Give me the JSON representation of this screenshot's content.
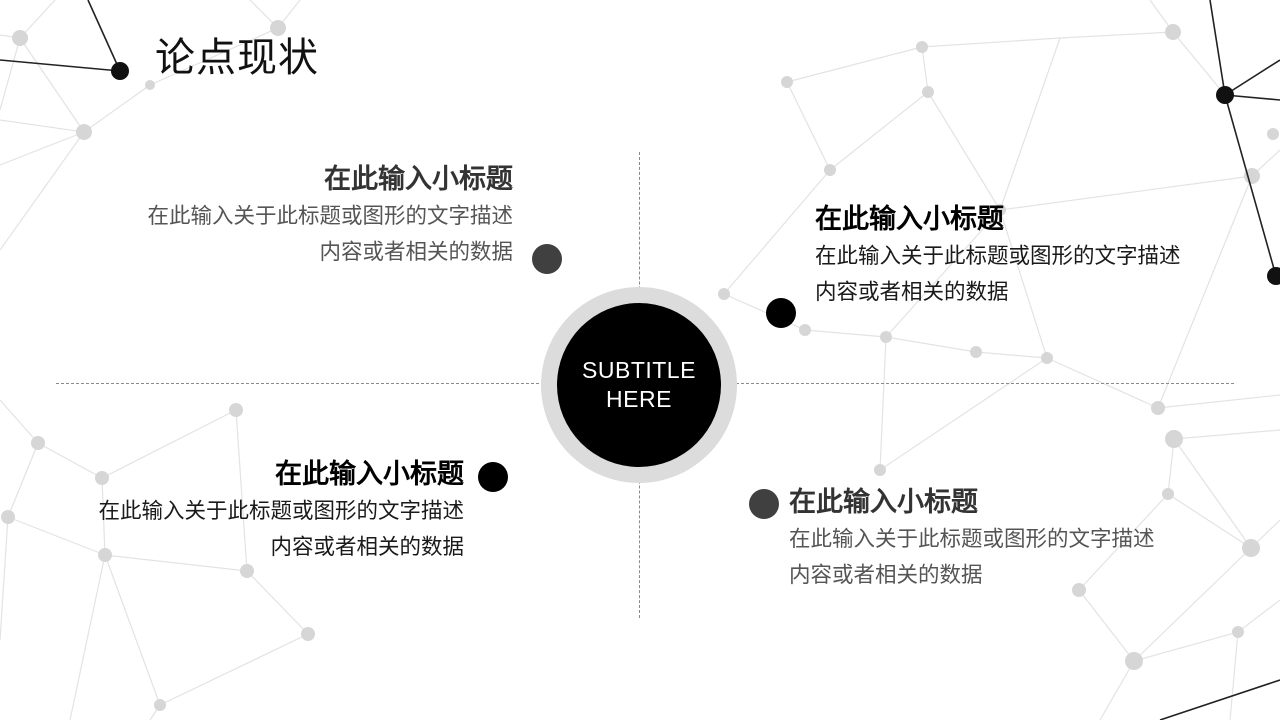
{
  "slide": {
    "title": "论点现状",
    "center": {
      "line1": "SUBTITLE",
      "line2": "HERE"
    },
    "blocks": [
      {
        "heading": "在此输入小标题",
        "line1": "在此输入关于此标题或图形的文字描述",
        "line2": "内容或者相关的数据"
      },
      {
        "heading": "在此输入小标题",
        "line1": "在此输入关于此标题或图形的文字描述",
        "line2": "内容或者相关的数据"
      },
      {
        "heading": "在此输入小标题",
        "line1": "在此输入关于此标题或图形的文字描述",
        "line2": "内容或者相关的数据"
      },
      {
        "heading": "在此输入小标题",
        "line1": "在此输入关于此标题或图形的文字描述",
        "line2": "内容或者相关的数据"
      }
    ]
  },
  "colors": {
    "heading_dark": "#333333",
    "heading_black": "#000000",
    "text_gray": "#555555",
    "text_dark": "#1a1a1a",
    "accent_black": "#000000",
    "accent_gray": "#404040"
  }
}
